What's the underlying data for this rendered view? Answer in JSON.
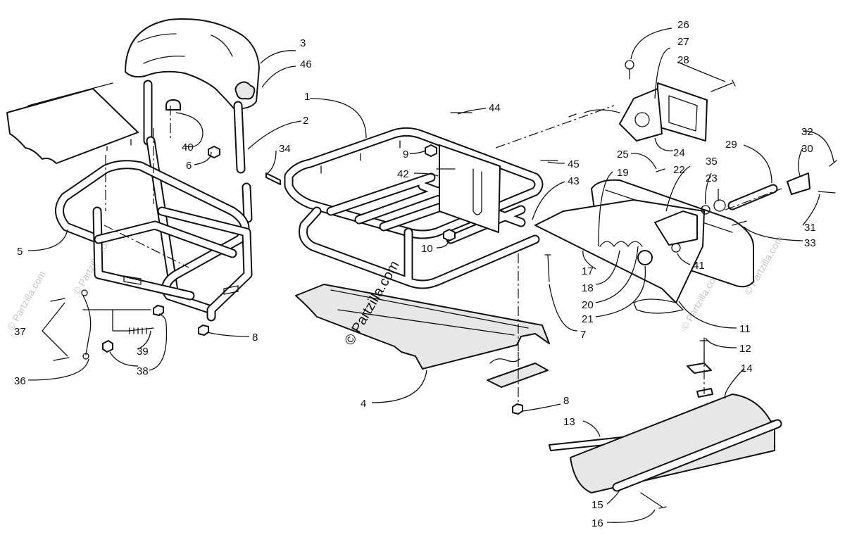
{
  "watermark": {
    "main": "© Partzilla.com",
    "faded": "© Partzilla.com"
  },
  "callouts": {
    "n1": "1",
    "n2": "2",
    "n3": "3",
    "n4": "4",
    "n5": "5",
    "n6": "6",
    "n7": "7",
    "n8a": "8",
    "n8b": "8",
    "n9": "9",
    "n10": "10",
    "n11": "11",
    "n12": "12",
    "n13": "13",
    "n14": "14",
    "n15": "15",
    "n16": "16",
    "n17": "17",
    "n18": "18",
    "n19": "19",
    "n20": "20",
    "n21": "21",
    "n22": "22",
    "n23": "23",
    "n24": "24",
    "n25": "25",
    "n26": "26",
    "n27": "27",
    "n28": "28",
    "n29": "29",
    "n30": "30",
    "n31": "31",
    "n32": "32",
    "n33": "33",
    "n34": "34",
    "n35": "35",
    "n36": "36",
    "n37": "37",
    "n38": "38",
    "n39": "39",
    "n40": "40",
    "n41": "41",
    "n42": "42",
    "n43": "43",
    "n44": "44",
    "n45": "45",
    "n46": "46"
  }
}
